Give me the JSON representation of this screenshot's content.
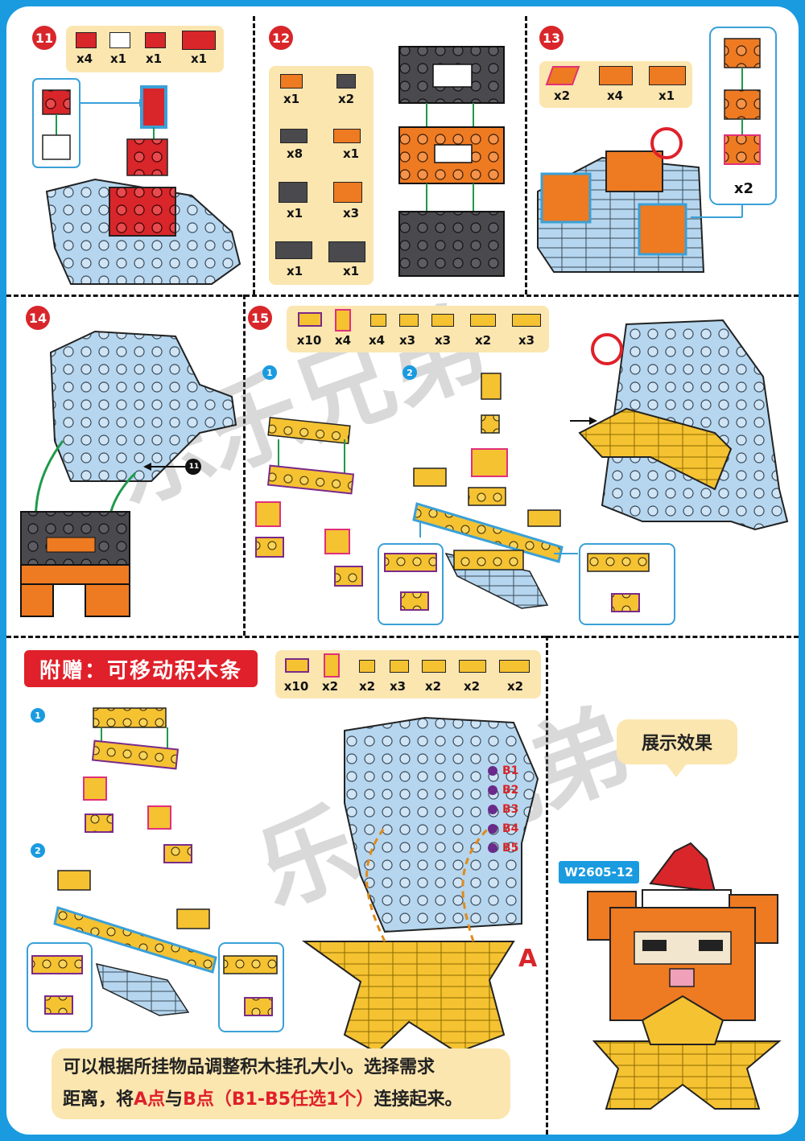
{
  "step11": {
    "number": "11",
    "parts": [
      "x4",
      "x1",
      "x1",
      "x1"
    ]
  },
  "step12": {
    "number": "12",
    "parts": [
      "x1",
      "x2",
      "x8",
      "x1",
      "x1",
      "x3",
      "x1",
      "x1"
    ]
  },
  "step13": {
    "number": "13",
    "parts": [
      "x2",
      "x4",
      "x1"
    ],
    "inset_count": "x2"
  },
  "step14": {
    "number": "14",
    "ref": "11"
  },
  "step15": {
    "number": "15",
    "parts": [
      "x10",
      "x4",
      "x4",
      "x3",
      "x3",
      "x2",
      "x3"
    ],
    "sub1": "1",
    "sub2": "2"
  },
  "gift": {
    "title": "附赠：可移动积木条",
    "parts": [
      "x10",
      "x2",
      "x2",
      "x3",
      "x2",
      "x2",
      "x2"
    ],
    "sub1": "1",
    "sub2": "2",
    "point_a": "A",
    "b_points": [
      "B1",
      "B2",
      "B3",
      "B4",
      "B5"
    ],
    "note_line1": "可以根据所挂物品调整积木挂孔大小。选择需求",
    "note_line2_a": "距离，将",
    "note_line2_b": "A点",
    "note_line2_c": "与",
    "note_line2_d": "B点（B1-B5任选1个）",
    "note_line2_e": "连接起来。"
  },
  "display": {
    "bubble": "展示效果",
    "model_code": "W2605-12"
  },
  "watermark": "乐乐兄弟",
  "colors": {
    "red": "#d8262a",
    "blue": "#1a9be0",
    "orange": "#ee7a22",
    "yellow": "#f5c232",
    "lightblue": "#b5d6ee",
    "dark": "#4a4a4e",
    "cream": "#fbe6b0"
  }
}
